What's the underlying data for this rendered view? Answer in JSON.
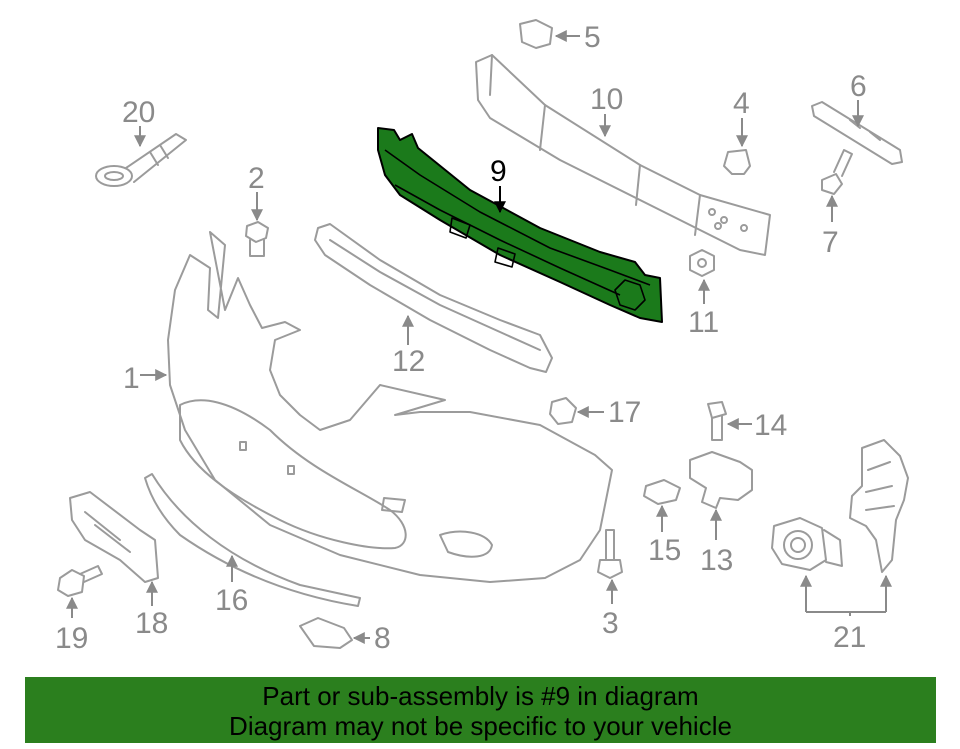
{
  "diagram": {
    "highlight_color": "#1b7a1b",
    "line_color": "#9b9b9b",
    "callouts": {
      "c1": "1",
      "c2": "2",
      "c3": "3",
      "c4": "4",
      "c5": "5",
      "c6": "6",
      "c7": "7",
      "c8": "8",
      "c9": "9",
      "c10": "10",
      "c11": "11",
      "c12": "12",
      "c13": "13",
      "c14": "14",
      "c15": "15",
      "c16": "16",
      "c17": "17",
      "c18": "18",
      "c19": "19",
      "c20": "20",
      "c21": "21"
    }
  },
  "banner": {
    "background": "#2b7f1e",
    "line1": "Part or sub-assembly is #9 in diagram",
    "line2": "Diagram may not be specific to your vehicle"
  }
}
